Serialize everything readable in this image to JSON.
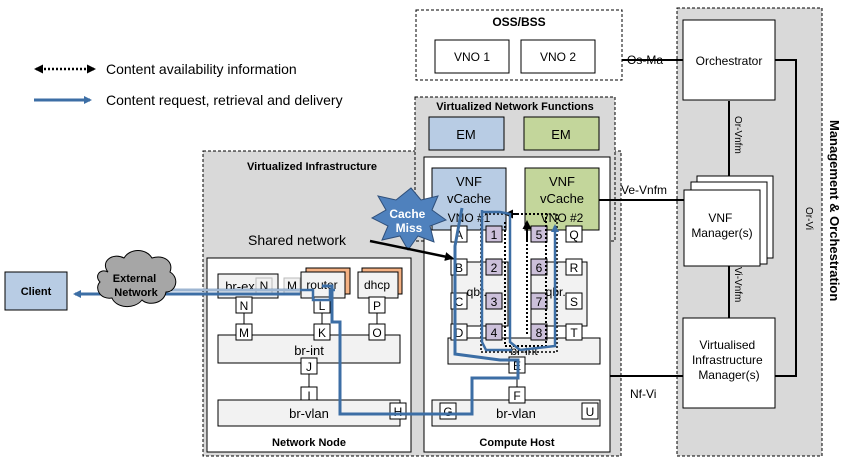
{
  "legend": {
    "availability": "Content availability information",
    "request": "Content request, retrieval and delivery"
  },
  "oss_bss": {
    "title": "OSS/BSS",
    "vno1": "VNO 1",
    "vno2": "VNO 2"
  },
  "vnf_area": {
    "title": "Virtualized Network Functions",
    "em": "EM"
  },
  "vcache": {
    "vnf": "VNF",
    "vcache": "vCache",
    "vno1": "VNO #1",
    "vno2": "VNO #2"
  },
  "cache_miss": "Cache Miss",
  "infra": {
    "title": "Virtualized Infrastructure"
  },
  "shared_network": "Shared network",
  "client": "Client",
  "external_network": "External Network",
  "network_node": {
    "title": "Network Node",
    "br_ex": "br-ex",
    "router": "router",
    "dhcp": "dhcp",
    "br_int": "br-int",
    "br_vlan": "br-vlan",
    "ports": {
      "n_small": "N",
      "m_small": "M",
      "N": "N",
      "L": "L",
      "P": "P",
      "M": "M",
      "K": "K",
      "O": "O",
      "J": "J",
      "I": "I",
      "H": "H"
    }
  },
  "compute_host": {
    "title": "Compute Host",
    "qbr": "qbr...",
    "br_int": "br-int",
    "br_vlan": "br-vlan",
    "ports": {
      "A": "A",
      "B": "B",
      "C": "C",
      "D": "D",
      "Q": "Q",
      "R": "R",
      "S": "S",
      "T": "T",
      "E": "E",
      "F": "F",
      "G": "G",
      "U": "U",
      "1": "1",
      "2": "2",
      "3": "3",
      "4": "4",
      "5": "5",
      "6": "6",
      "7": "7",
      "8": "8"
    }
  },
  "mano": {
    "title": "Management  & Orchestration",
    "orchestrator": "Orchestrator",
    "vnf_manager": "VNF Manager(s)",
    "vim": "Virtualised Infrastructure Manager(s)"
  },
  "interfaces": {
    "os_ma": "Os-Ma",
    "ve_vnfm": "Ve-Vnfm",
    "nf_vi": "Nf-Vi",
    "or_vnfm": "Or-Vnfm",
    "vi_vnfm": "Vi-Vnfm",
    "or_vi": "Or-Vi"
  },
  "colors": {
    "blue_box": "#b8cce4",
    "green_box": "#c3d69b",
    "purple_port": "#ccc0da",
    "gray_panel": "#d9d9d9",
    "flow_blue": "#3c6ea5",
    "cache_miss_star": "#4f81bd"
  }
}
